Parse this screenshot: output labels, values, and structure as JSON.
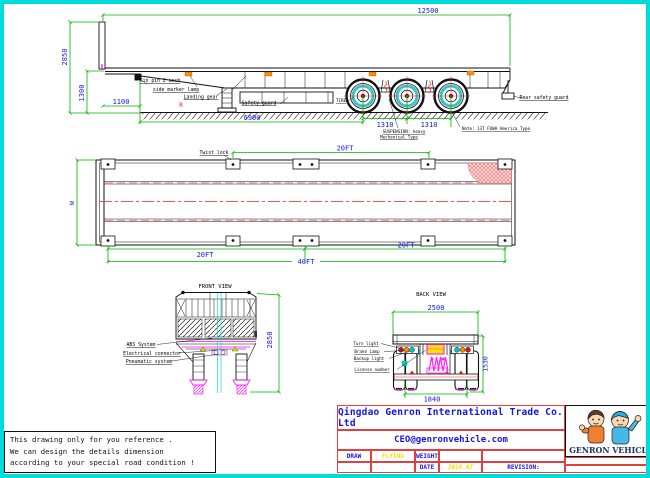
{
  "colors": {
    "frame_border": "#00dcdc",
    "dimension_line": "#00b400",
    "dimension_text": "#1414e6",
    "centerline_red": "#ff5050",
    "marker_lamp_orange": "#ff9100",
    "detail_magenta": "#ff00ff",
    "table_border_red": "#e04040",
    "logo_navy": "#1c2e6b"
  },
  "side_view": {
    "dim_overall_length": "12500",
    "dim_front_height": "2850",
    "dim_deck_height": "1300",
    "dim_kingpin_setback": "1100",
    "dim_kingpin_to_axle": "6900",
    "dim_axle_spacing_1": "1310",
    "dim_axle_spacing_2": "1310",
    "label_kingpin": "Kin pin 2 inch",
    "label_side_marker": "side marker lamp",
    "label_landing_gear": "Landing gear",
    "label_r": "R",
    "label_safety_guard": "Safety guard",
    "label_tire": "TIRE",
    "label_suspension_1": "SUSPENSION: heavy",
    "label_suspension_2": "Mechanical Type",
    "label_axle_note": "Note: 13T FUWA America Type",
    "label_rear_guard": "Rear safety guard"
  },
  "plan_view": {
    "label_twist_lock": "Twist lock",
    "dim_width": "W",
    "dim_top_20ft": "20FT",
    "dim_bottom_left_20ft": "20FT",
    "dim_bottom_right_20ft": "20FT",
    "dim_overall_40ft": "40FT"
  },
  "front_view": {
    "title": "FRONT VIEW",
    "dim_height": "2850",
    "label_abs": "ABS System",
    "label_electrical": "Electrical connector",
    "label_pneumatic": "Pneumatic system"
  },
  "back_view": {
    "title": "BACK VIEW",
    "dim_top_width": "2500",
    "dim_height": "1530",
    "dim_track": "1840",
    "label_turn": "Turn light",
    "label_brake": "Brake Lamp",
    "label_backup": "Backup light",
    "label_license": "License number"
  },
  "note_box": {
    "line1": "This drawing only for you reference .",
    "line2": "We can design the details dimension",
    "line3": "according to your special road condition !"
  },
  "title_block": {
    "company": "Qingdao Genron International Trade Co. Ltd",
    "email": "CEO@genronvehicle.com",
    "draw_label": "DRAW",
    "draw_value": "FLYING",
    "weight_label": "WEIGHT",
    "date_label": "DATE",
    "date_value": "2019.07",
    "revision_label": "REVISION:",
    "logo_text": "GENRON VEHICLE"
  }
}
